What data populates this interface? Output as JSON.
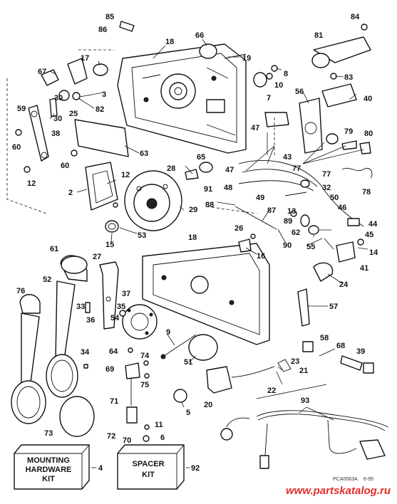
{
  "callouts": [
    "85",
    "86",
    "84",
    "18",
    "66",
    "81",
    "17",
    "19",
    "67",
    "8",
    "3",
    "10",
    "83",
    "82",
    "7",
    "56",
    "40",
    "59",
    "30",
    "25",
    "30",
    "38",
    "79",
    "60",
    "80",
    "63",
    "47",
    "43",
    "77",
    "60",
    "65",
    "47",
    "12",
    "28",
    "12",
    "77",
    "32",
    "78",
    "91",
    "48",
    "49",
    "2",
    "29",
    "50",
    "88",
    "46",
    "87",
    "13",
    "26",
    "89",
    "44",
    "62",
    "45",
    "53",
    "15",
    "90",
    "16",
    "55",
    "14",
    "61",
    "18",
    "27",
    "41",
    "52",
    "24",
    "76",
    "37",
    "33",
    "35",
    "57",
    "36",
    "54",
    "9",
    "58",
    "68",
    "34",
    "64",
    "74",
    "39",
    "51",
    "69",
    "75",
    "23",
    "21",
    "22",
    "20",
    "71",
    "5",
    "93",
    "11",
    "6",
    "72",
    "70",
    "73",
    "4",
    "92"
  ],
  "boxes": {
    "mounting_line1": "MOUNTING",
    "mounting_line2": "HARDWARE",
    "mounting_line3": "KIT",
    "mounting_ref": "4",
    "spacer_line1": "SPACER",
    "spacer_line2": "KIT",
    "spacer_ref": "92"
  },
  "figure_code": "PCA0563A",
  "figure_date": "6-95",
  "watermark": "www.partskatalog.ru"
}
